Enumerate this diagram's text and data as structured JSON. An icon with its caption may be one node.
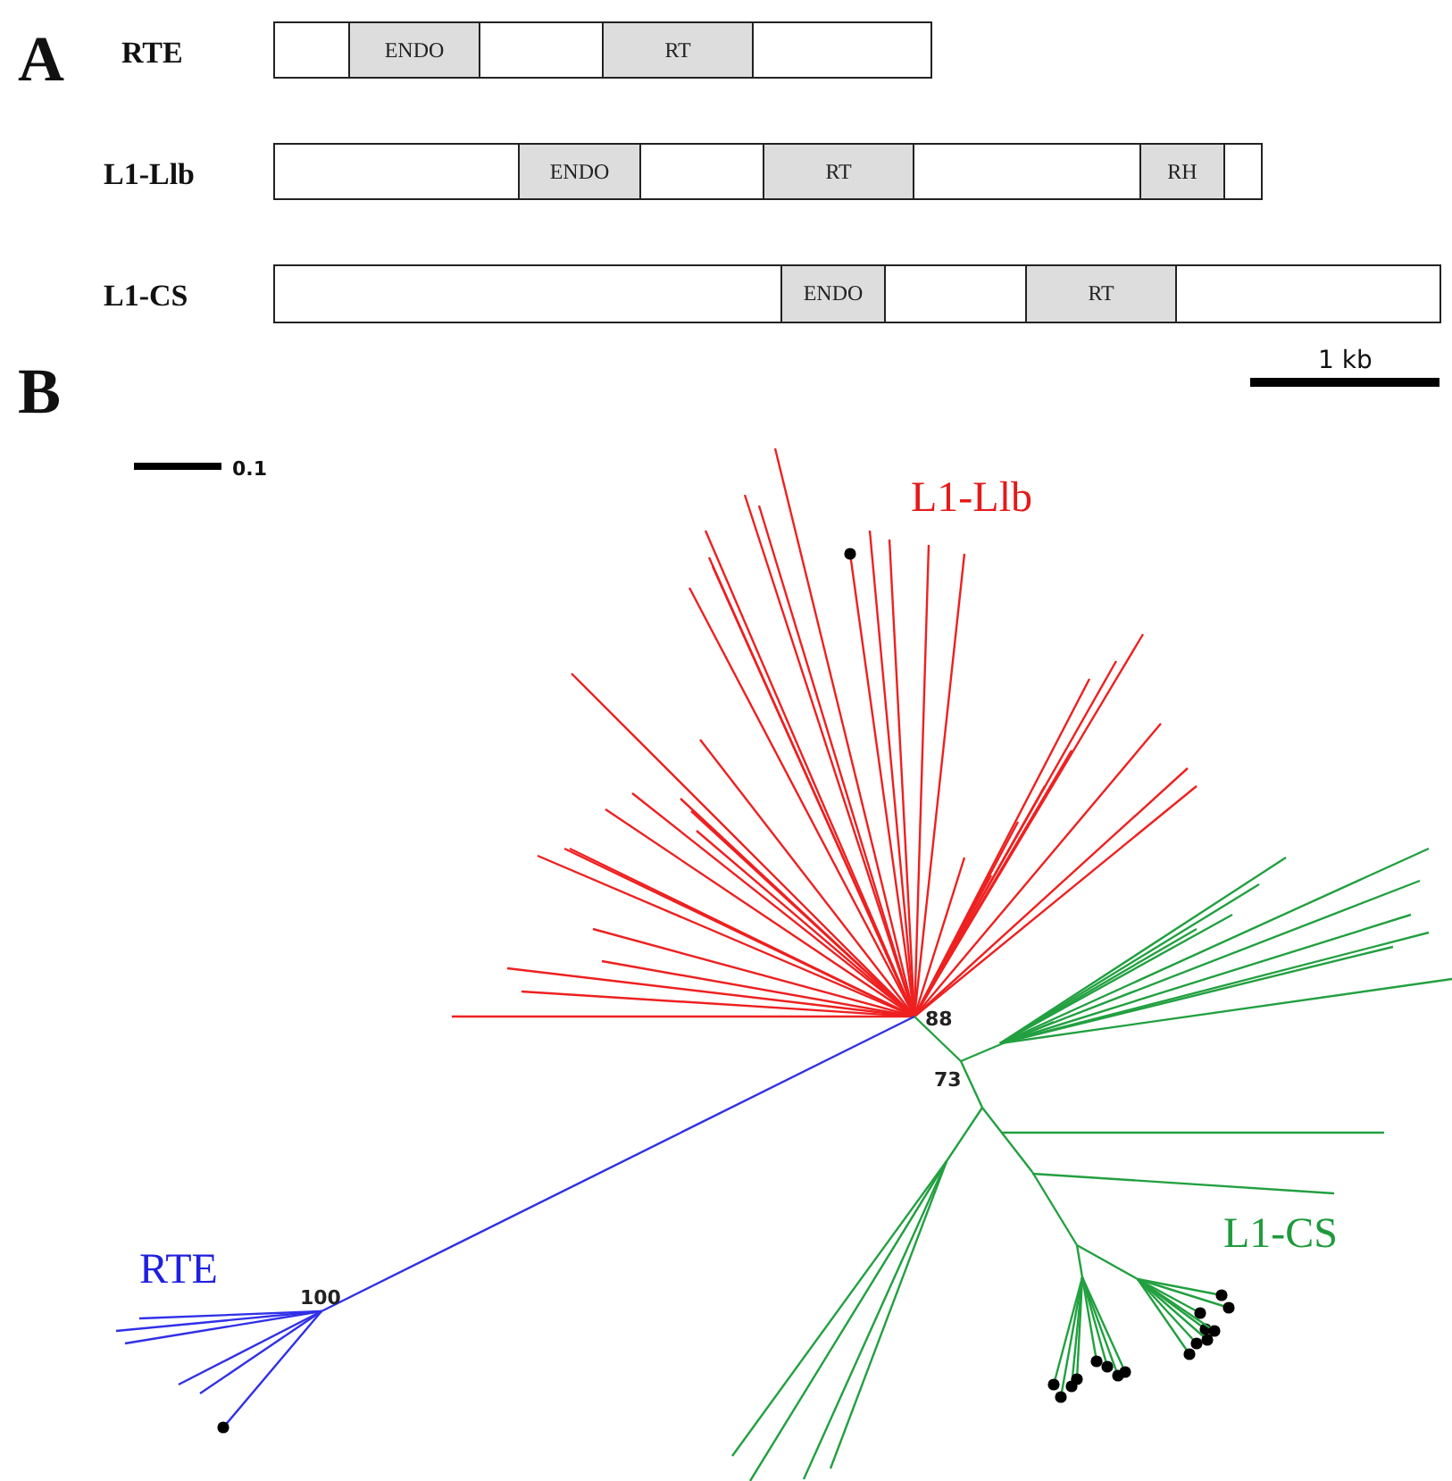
{
  "diagram": {
    "nodes": [
      {
        "text": [],
        "shape": "bar"
      },
      {
        "text": [
          "ENDO"
        ],
        "in": 0
      },
      {
        "text": [
          "RT"
        ],
        "in": 0
      },
      {
        "text": [],
        "shape": "bar"
      },
      {
        "text": [
          "ENDO"
        ],
        "in": 3
      },
      {
        "text": [
          "RT"
        ],
        "in": 3
      },
      {
        "text": [
          "RH"
        ],
        "in": 3
      },
      {
        "text": [],
        "shape": "bar"
      },
      {
        "text": [
          "ENDO"
        ],
        "in": 7
      },
      {
        "text": [
          "RT"
        ],
        "in": 7
      }
    ],
    "edges": [],
    "labels": [
      "A",
      "RTE",
      "L1-Llb",
      "L1-CS",
      "B",
      "1 kb",
      "0.1",
      "L1-Llb",
      "88",
      "73",
      "L1-CS",
      "RTE",
      "100"
    ]
  }
}
